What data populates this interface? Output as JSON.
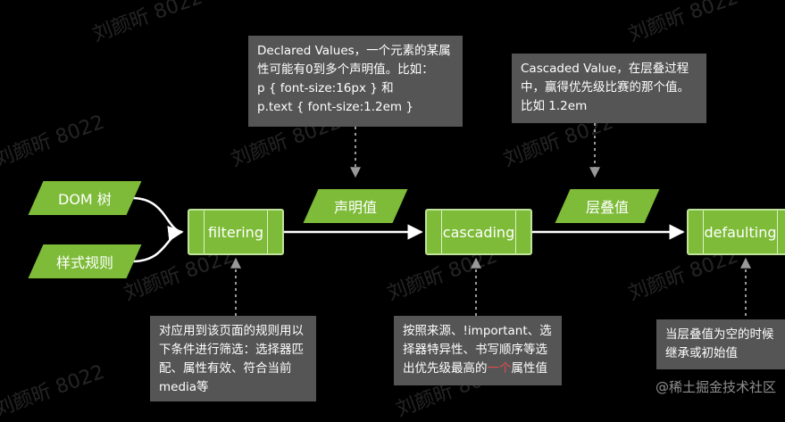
{
  "inputs": {
    "dom_tree": "DOM 树",
    "style_rules": "样式规则"
  },
  "processes": {
    "filtering": "filtering",
    "cascading": "cascading",
    "defaulting": "defaulting"
  },
  "values": {
    "declared": "声明值",
    "cascaded": "层叠值"
  },
  "notes": {
    "declared_values": "Declared Values，一个元素的某属\n性可能有0到多个声明值。比如：\np { font-size:16px } 和\np.text { font-size:1.2em }",
    "cascaded_value": "Cascaded Value，在层叠过程\n中，赢得优先级比赛的那个值。\n比如 1.2em",
    "filtering": "对应用到该页面的规则用以\n下条件进行筛选：选择器匹\n配、属性有效、符合当前\nmedia等",
    "cascading_pre": "按照来源、!important、选\n择器特异性、书写顺序等选\n出优先级最高的",
    "cascading_red": "一个",
    "cascading_post": "属性值",
    "defaulting": "当层叠值为空的时候\n继承或初始值"
  },
  "watermark": "刘颜昕 8022",
  "brand": "@稀土掘金技术社区"
}
